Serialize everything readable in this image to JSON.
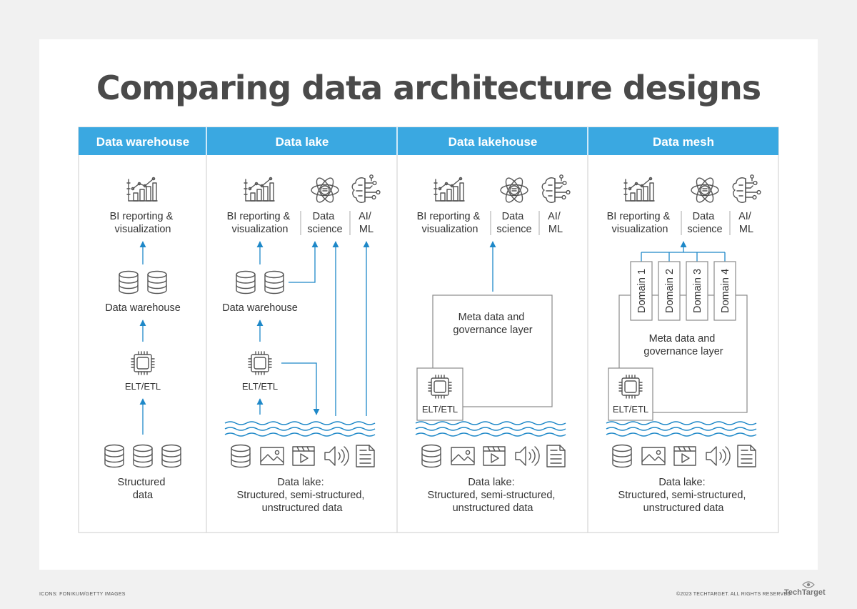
{
  "title": "Comparing data architecture designs",
  "colors": {
    "header": "#3aa8e1",
    "arrow": "#1e88c8",
    "title": "#4a4a4a"
  },
  "columns": {
    "warehouse": {
      "header": "Data warehouse",
      "bi": [
        "BI reporting &",
        "visualization"
      ],
      "store": "Data warehouse",
      "etl": "ELT/ETL",
      "source": [
        "Structured",
        "data"
      ]
    },
    "lake": {
      "header": "Data lake",
      "bi": [
        "BI reporting &",
        "visualization"
      ],
      "ds": [
        "Data",
        "science"
      ],
      "ai": [
        "AI/",
        "ML"
      ],
      "store": "Data warehouse",
      "etl": "ELT/ETL",
      "source": [
        "Data lake:",
        "Structured, semi-structured,",
        "unstructured data"
      ]
    },
    "lakehouse": {
      "header": "Data lakehouse",
      "bi": [
        "BI reporting &",
        "visualization"
      ],
      "ds": [
        "Data",
        "science"
      ],
      "ai": [
        "AI/",
        "ML"
      ],
      "meta": [
        "Meta data and",
        "governance layer"
      ],
      "etl": "ELT/ETL",
      "source": [
        "Data lake:",
        "Structured, semi-structured,",
        "unstructured data"
      ]
    },
    "mesh": {
      "header": "Data mesh",
      "bi": [
        "BI reporting &",
        "visualization"
      ],
      "ds": [
        "Data",
        "science"
      ],
      "ai": [
        "AI/",
        "ML"
      ],
      "domains": [
        "Domain 1",
        "Domain 2",
        "Domain 3",
        "Domain 4"
      ],
      "meta": [
        "Meta data and",
        "governance layer"
      ],
      "etl": "ELT/ETL",
      "source": [
        "Data lake:",
        "Structured, semi-structured,",
        "unstructured data"
      ]
    }
  },
  "icons": {
    "analytics": "bar-chart-icon",
    "science": "atom-icon",
    "ai": "brain-circuit-icon",
    "database": "database-icon",
    "chip": "processor-chip-icon",
    "image": "image-icon",
    "video": "video-icon",
    "audio": "speaker-icon",
    "document": "document-icon"
  },
  "footer": {
    "credit": "ICONS: FONIKUM/GETTY IMAGES",
    "copyright": "©2023 TECHTARGET. ALL RIGHTS RESERVED",
    "brand": "TechTarget"
  }
}
